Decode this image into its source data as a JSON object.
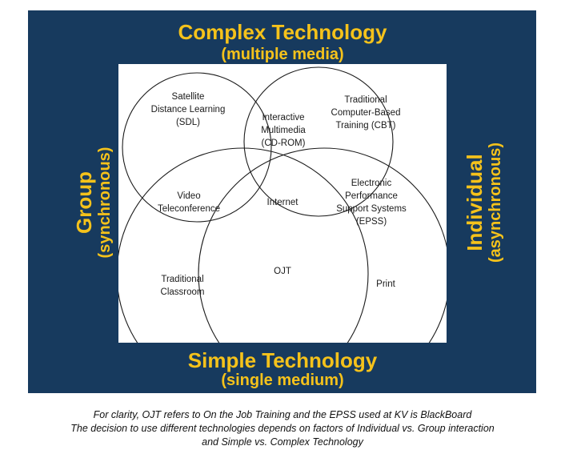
{
  "colors": {
    "background_panel": "#173a5e",
    "axis_label": "#f5c21b",
    "canvas": "#ffffff",
    "circle_stroke": "#1a1a1a"
  },
  "axes": {
    "top_title": "Complex Technology",
    "top_subtitle": "(multiple media)",
    "bottom_title": "Simple Technology",
    "bottom_subtitle": "(single medium)",
    "left_title": "Group",
    "left_subtitle": "(synchronous)",
    "right_title": "Individual",
    "right_subtitle": "(asynchronous)"
  },
  "regions": {
    "sdl": "Satellite\nDistance Learning\n(SDL)",
    "cbt": "Traditional\nComputer-Based\nTraining (CBT)",
    "multimedia": "Interactive\nMultimedia\n(CD-ROM)",
    "video": "Video\nTeleconference",
    "internet": "Internet",
    "epss": "Electronic Performance\nSupport Systems\n(EPSS)",
    "ojt": "OJT",
    "classroom": "Traditional\nClassroom",
    "print": "Print"
  },
  "caption": {
    "line1": "For clarity, OJT refers to On the Job Training and the EPSS used at KV is BlackBoard",
    "line2": "The decision to use different technologies depends on factors of Individual vs. Group interaction",
    "line3": "and Simple vs. Complex Technology"
  }
}
